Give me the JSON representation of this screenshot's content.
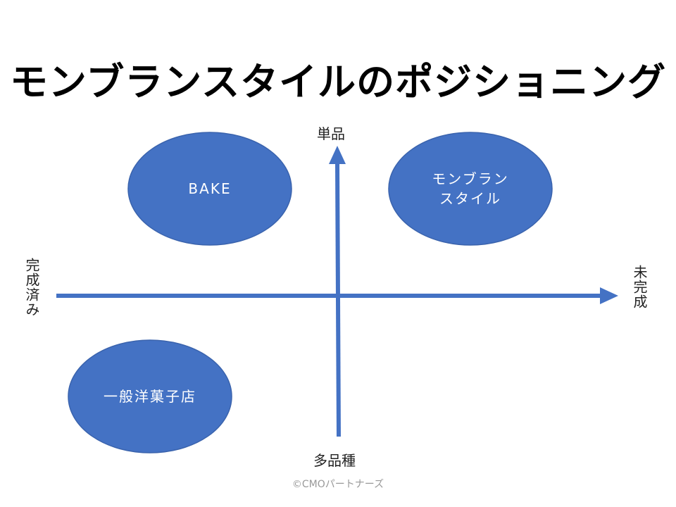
{
  "title": "モンブランスタイルのポジショニング",
  "axes": {
    "top": "単品",
    "bottom": "多品種",
    "left": "完成済み",
    "right": "未完成"
  },
  "ellipses": {
    "bake": "BAKE",
    "montblanc_line1": "モンブラン",
    "montblanc_line2": "スタイル",
    "general": "一般洋菓子店"
  },
  "copyright": "©CMOパートナーズ",
  "colors": {
    "accent": "#4472C4"
  }
}
